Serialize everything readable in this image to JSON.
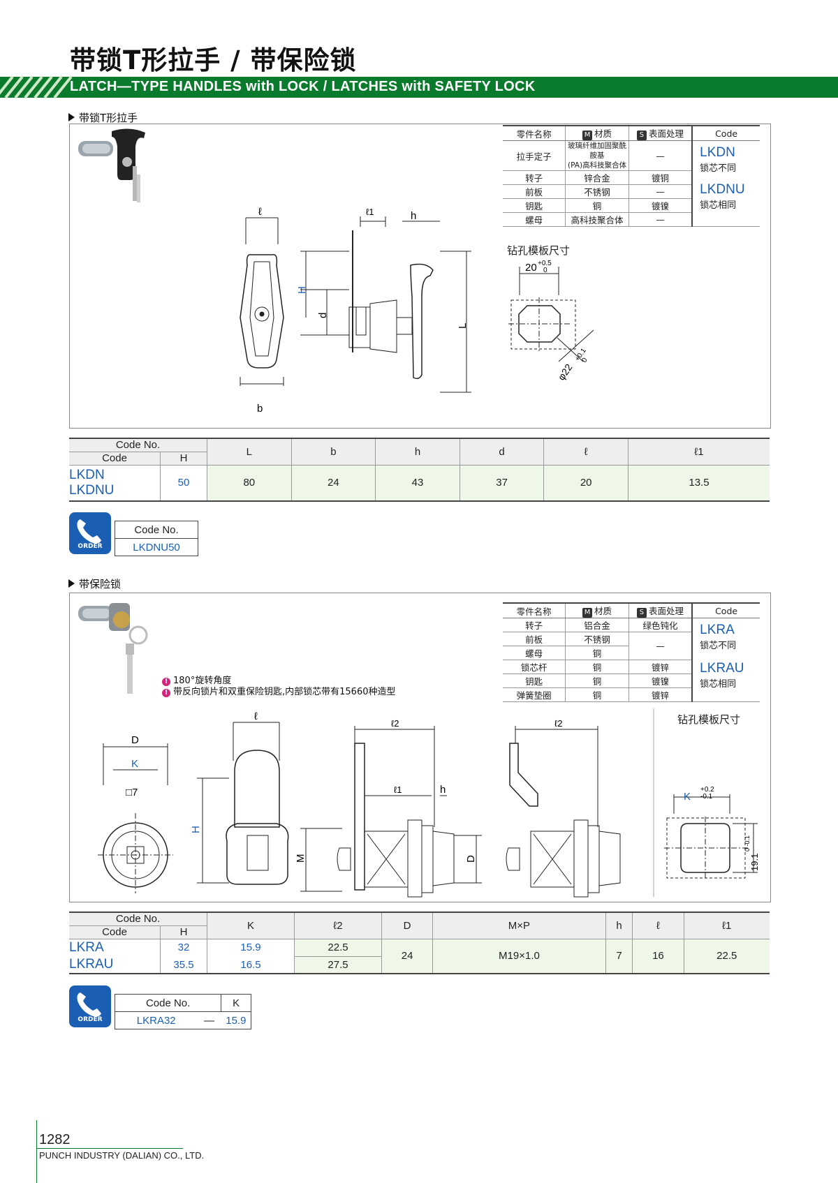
{
  "header": {
    "title_cn": "带锁T形拉手 / 带保险锁",
    "title_en": "LATCH—TYPE HANDLES with LOCK / LATCHES with SAFETY LOCK"
  },
  "section1": {
    "heading": "带锁T形拉手",
    "spec_table": {
      "headers": [
        "零件名称",
        "材质",
        "表面处理",
        "Code"
      ],
      "material_badge": "M",
      "surface_badge": "S",
      "rows": [
        [
          "拉手定子",
          "玻璃纤维加固聚酰胺基\n(PA)高科技聚合体",
          "—"
        ],
        [
          "转子",
          "锌合金",
          "镀铜"
        ],
        [
          "前板",
          "不锈钢",
          "—"
        ],
        [
          "钥匙",
          "铜",
          "镀镍"
        ],
        [
          "螺母",
          "高科技聚合体",
          "—"
        ]
      ],
      "codes": [
        {
          "code": "LKDN",
          "desc": "锁芯不同"
        },
        {
          "code": "LKDNU",
          "desc": "锁芯相同"
        }
      ]
    },
    "drawing": {
      "labels": {
        "l": "ℓ",
        "l1": "ℓ1",
        "h": "h",
        "H": "H",
        "d": "d",
        "L": "L",
        "b": "b"
      },
      "template_title": "钻孔模板尺寸",
      "template_dim1": "20",
      "template_tol1": "+0.5",
      "template_tol1b": "0",
      "template_dim2": "φ22",
      "template_tol2": "+0.1",
      "template_tol2b": "0"
    },
    "dim_table": {
      "group_header": "Code No.",
      "sub_headers": [
        "Code",
        "H"
      ],
      "col_headers": [
        "L",
        "b",
        "h",
        "d",
        "ℓ",
        "ℓ1"
      ],
      "codes": [
        "LKDN",
        "LKDNU"
      ],
      "H": "50",
      "values": [
        "80",
        "24",
        "43",
        "37",
        "20",
        "13.5"
      ]
    },
    "order": {
      "icon_label": "ORDER",
      "header": "Code No.",
      "value": "LKDNU50"
    }
  },
  "section2": {
    "heading": "带保险锁",
    "notes": [
      "180°旋转角度",
      "带反向锁片和双重保险钥匙,内部锁芯带有15660种造型"
    ],
    "spec_table": {
      "headers": [
        "零件名称",
        "材质",
        "表面处理",
        "Code"
      ],
      "material_badge": "M",
      "surface_badge": "S",
      "rows": [
        [
          "转子",
          "铝合金",
          "绿色钝化"
        ],
        [
          "前板",
          "不锈钢",
          "—"
        ],
        [
          "螺母",
          "铜",
          ""
        ],
        [
          "锁芯杆",
          "铜",
          "镀锌"
        ],
        [
          "钥匙",
          "铜",
          "镀镍"
        ],
        [
          "弹簧垫圈",
          "铜",
          "镀锌"
        ]
      ],
      "codes": [
        {
          "code": "LKRA",
          "desc": "锁芯不同"
        },
        {
          "code": "LKRAU",
          "desc": "锁芯相同"
        }
      ]
    },
    "drawing": {
      "labels": {
        "D": "D",
        "K": "K",
        "sq": "□7",
        "l": "ℓ",
        "H": "H",
        "l2": "ℓ2",
        "l1": "ℓ1",
        "h": "h",
        "M": "M",
        "Dside": "D"
      },
      "template_title": "钻孔模板尺寸",
      "template_k": "K",
      "template_k_tol1": "+0.2",
      "template_k_tol2": "-0.1",
      "template_dim": "19.1",
      "template_dim_tol": "0\n-0.1"
    },
    "dim_table": {
      "group_header": "Code No.",
      "sub_headers": [
        "Code",
        "H"
      ],
      "col_headers": [
        "K",
        "ℓ2",
        "D",
        "M×P",
        "h",
        "ℓ",
        "ℓ1"
      ],
      "rows": [
        {
          "code": "LKRA",
          "H": "32",
          "K": "15.9",
          "l2": "22.5"
        },
        {
          "code": "LKRAU",
          "H": "35.5",
          "K": "16.5",
          "l2": "27.5"
        }
      ],
      "shared": {
        "D": "24",
        "MxP": "M19×1.0",
        "h": "7",
        "l": "16",
        "l1": "22.5"
      }
    },
    "order": {
      "icon_label": "ORDER",
      "header": "Code No.",
      "header2": "K",
      "value": "LKRA32",
      "dash": "—",
      "value2": "15.9"
    }
  },
  "footer": {
    "page_number": "1282",
    "company": "PUNCH INDUSTRY (DALIAN) CO., LTD."
  },
  "colors": {
    "brand_green": "#0a7a2c",
    "code_blue": "#1a5fb4",
    "table_green": "#eef7e8",
    "note_pink": "#d8237a"
  }
}
